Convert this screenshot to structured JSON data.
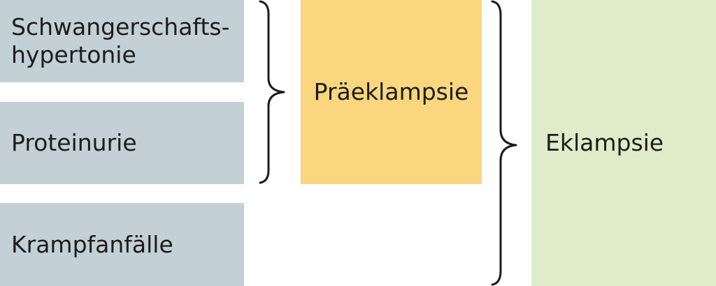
{
  "inputs": {
    "item_1": "Schwangerschafts-\nhypertonie",
    "item_2": "Proteinurie",
    "item_3": "Krampfanfälle"
  },
  "outputs": {
    "intermediate": "Präeklampsie",
    "final": "Eklampsie"
  },
  "colors": {
    "input_box": "#c3d0d6",
    "intermediate_box": "#fad67f",
    "final_box": "#e0ecc9",
    "brace_stroke": "#1c1c1c"
  }
}
